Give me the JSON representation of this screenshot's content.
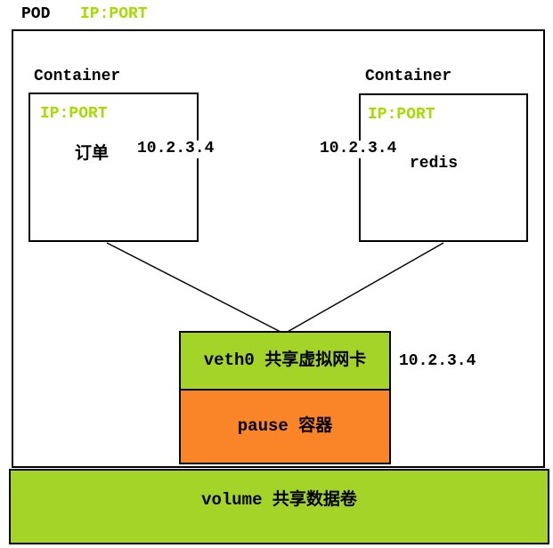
{
  "colors": {
    "green-text": "#A4DC00",
    "green-fill": "#A5D428",
    "orange-fill": "#FA8428",
    "line": "#000000"
  },
  "pod": {
    "label": "POD",
    "ip_label": "IP:PORT"
  },
  "containers": [
    {
      "title": "Container",
      "ip_label": "IP:PORT",
      "app_name": "订单",
      "ip_address": "10.2.3.4"
    },
    {
      "title": "Container",
      "ip_label": "IP:PORT",
      "app_name": "redis",
      "ip_address": "10.2.3.4"
    }
  ],
  "veth": {
    "label": "veth0 共享虚拟网卡",
    "ip_address": "10.2.3.4"
  },
  "pause": {
    "label": "pause 容器"
  },
  "volume": {
    "label": "volume 共享数据卷"
  }
}
